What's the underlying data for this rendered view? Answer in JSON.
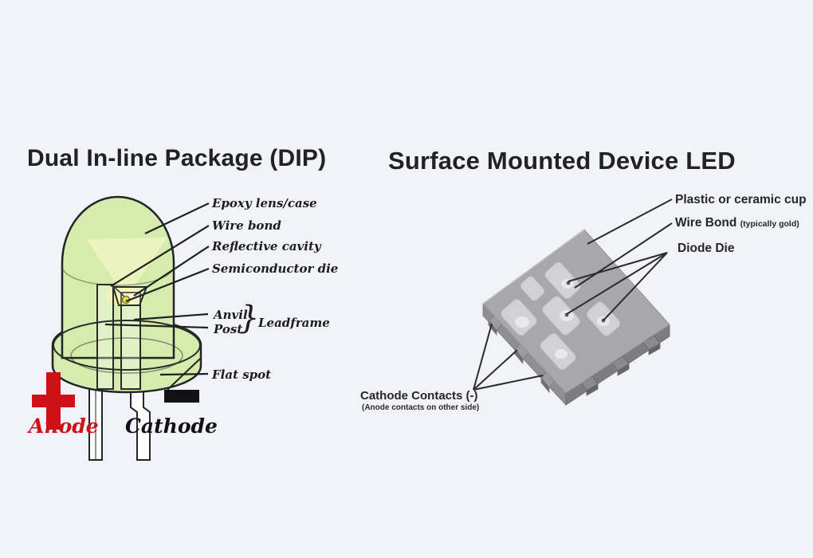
{
  "left_diagram": {
    "title": "Dual In-line Package (DIP)",
    "labels": {
      "epoxy": "Epoxy lens/case",
      "wire_bond": "Wire bond",
      "reflective_cavity": "Reflective cavity",
      "semiconductor_die": "Semiconductor die",
      "anvil": "Anvil",
      "post": "Post",
      "brace": "}",
      "leadframe": "Leadframe",
      "flat_spot": "Flat spot",
      "anode": "Anode",
      "cathode": "Cathode",
      "anode_symbol": "+",
      "cathode_symbol": "−"
    },
    "colors": {
      "body_green": "#d5ecae",
      "anode_red": "#cf1016",
      "cathode_black": "#121214",
      "die_yellow": "#e8e23e"
    }
  },
  "right_diagram": {
    "title": "Surface Mounted Device LED",
    "labels": {
      "cup": "Plastic or ceramic cup",
      "wire_bond": "Wire Bond",
      "wire_bond_note": "(typically gold)",
      "diode_die": "Diode Die",
      "cathode_contacts": "Cathode Contacts (-)",
      "cathode_contacts_note": "(Anode contacts on other side)"
    },
    "colors": {
      "chip_top_gray": "#a8a8ac",
      "cavity_light": "#d2d2d6"
    }
  }
}
